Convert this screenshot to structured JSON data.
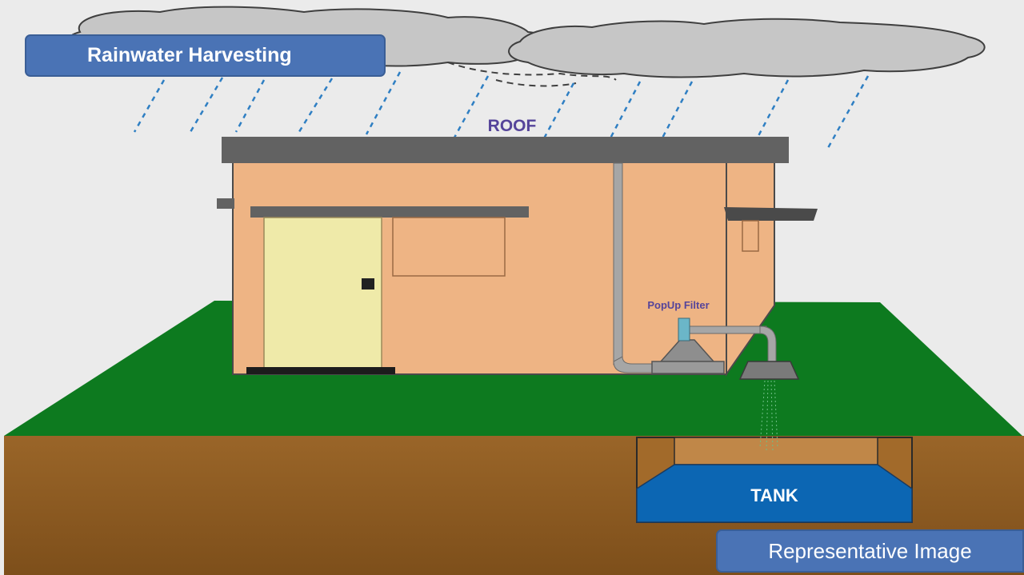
{
  "title_badge": {
    "text": "Rainwater Harvesting"
  },
  "labels": {
    "roof": "ROOF",
    "filter": "PopUp Filter",
    "tank": "TANK"
  },
  "note_badge": {
    "text": "Representative Image"
  },
  "colors": {
    "background": "#ebebeb",
    "cloud": "#c6c6c6",
    "rain": "#2f7fc3",
    "roof": "#626262",
    "wall": "#eeb484",
    "door": "#efeaa9",
    "grass": "#0d7a1f",
    "soil": "#8e5a1f",
    "tank_water": "#0c66b3",
    "label_purple": "#55449a",
    "badge": "#4a73b5"
  },
  "icons": [
    "cloud-icon",
    "rain-icon",
    "house-icon",
    "pipe-icon",
    "filter-icon",
    "tank-icon"
  ]
}
